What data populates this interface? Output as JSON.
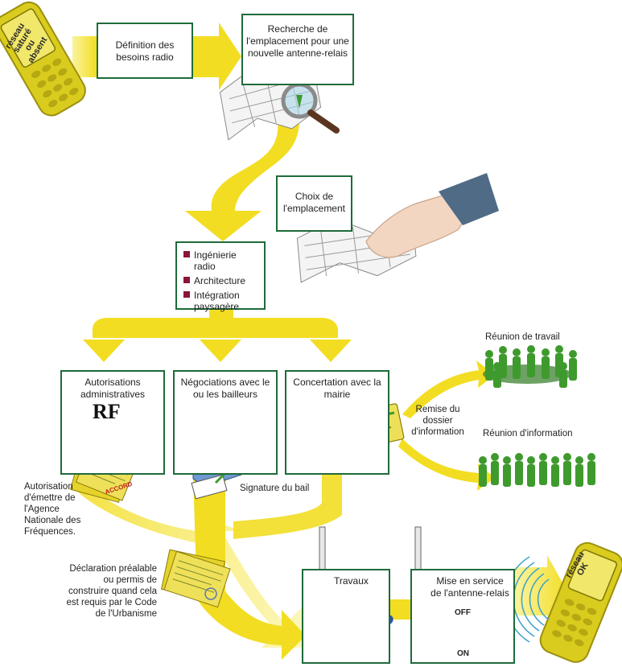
{
  "phone_start": {
    "lines": [
      "réseau",
      "saturé",
      "ou",
      "absent"
    ]
  },
  "phone_end": {
    "lines": [
      "réseau",
      "OK"
    ]
  },
  "steps": {
    "definition": "Définition des besoins radio",
    "recherche": "Recherche de l'emplacement pour une nouvelle antenne-relais",
    "choix": "Choix de l'emplacement",
    "engineering": [
      "Ingénierie radio",
      "Architecture",
      "Intégration paysagère"
    ],
    "autorisations": "Autorisations administratives",
    "negociations": "Négociations avec le ou les bailleurs",
    "concertation": "Concertation avec la mairie",
    "travaux": "Travaux",
    "mise_en_service": "Mise en service de l'antenne-relais"
  },
  "labels": {
    "reunion_travail": "Réunion de travail",
    "reunion_information": "Réunion d'information",
    "remise": "Remise du dossier d'information",
    "signature": "Signature du bail",
    "autorisation_anfr": "Autorisation d'émettre de l'Agence Nationale des Fréquences.",
    "declaration": "Déclaration préalable ou permis de construire quand cela est requis par le Code de l'Urbanisme",
    "rf": "RF",
    "accord": "ACCORD",
    "off": "OFF",
    "on": "ON"
  },
  "colors": {
    "arrow": "#f2dd22",
    "arrow_dark": "#e3c712",
    "box_border": "#1e6b3a",
    "crowd": "#3f9a2e",
    "bullet": "#8a1538"
  }
}
